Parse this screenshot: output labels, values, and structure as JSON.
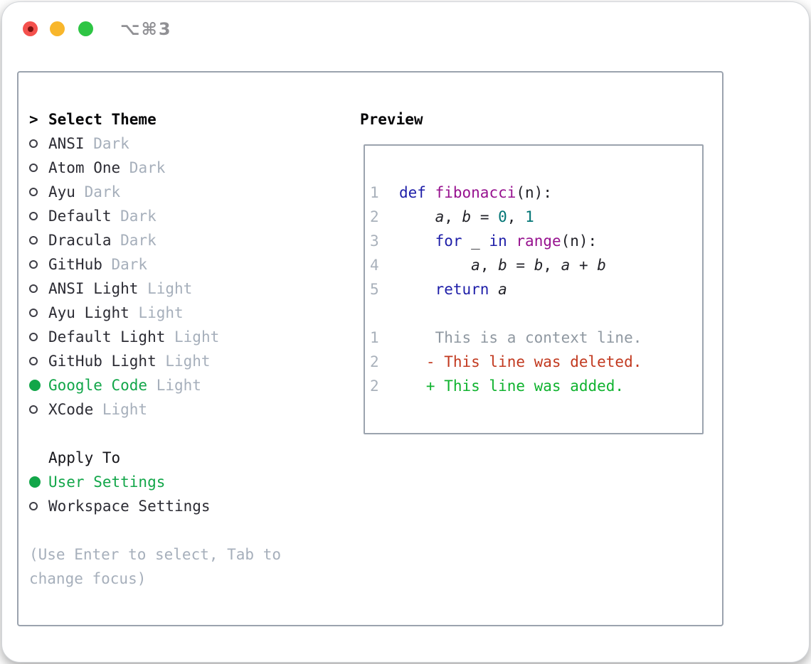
{
  "window": {
    "title": "⌥⌘3"
  },
  "left": {
    "header": {
      "marker": ">",
      "label": "Select Theme"
    },
    "themes": [
      {
        "name": "ANSI",
        "tag": "Dark",
        "selected": false
      },
      {
        "name": "Atom One",
        "tag": "Dark",
        "selected": false
      },
      {
        "name": "Ayu",
        "tag": "Dark",
        "selected": false
      },
      {
        "name": "Default",
        "tag": "Dark",
        "selected": false
      },
      {
        "name": "Dracula",
        "tag": "Dark",
        "selected": false
      },
      {
        "name": "GitHub",
        "tag": "Dark",
        "selected": false
      },
      {
        "name": "ANSI Light",
        "tag": "Light",
        "selected": false
      },
      {
        "name": "Ayu Light",
        "tag": "Light",
        "selected": false
      },
      {
        "name": "Default Light",
        "tag": "Light",
        "selected": false
      },
      {
        "name": "GitHub Light",
        "tag": "Light",
        "selected": false
      },
      {
        "name": "Google Code",
        "tag": "Light",
        "selected": true
      },
      {
        "name": "XCode",
        "tag": "Light",
        "selected": false
      }
    ],
    "apply": {
      "label": "Apply To",
      "options": [
        {
          "name": "User Settings",
          "selected": true
        },
        {
          "name": "Workspace Settings",
          "selected": false
        }
      ]
    },
    "help": [
      "(Use Enter to select, Tab to",
      "change focus)"
    ]
  },
  "preview": {
    "label": "Preview",
    "code_lines": [
      {
        "ln": "1",
        "tokens": [
          {
            "t": "def",
            "c": "kw"
          },
          {
            "t": " "
          },
          {
            "t": "fibonacci",
            "c": "fn"
          },
          {
            "t": "(n):"
          }
        ]
      },
      {
        "ln": "2",
        "tokens": [
          {
            "t": "    "
          },
          {
            "t": "a",
            "c": "var"
          },
          {
            "t": ", "
          },
          {
            "t": "b",
            "c": "var"
          },
          {
            "t": " = "
          },
          {
            "t": "0",
            "c": "num"
          },
          {
            "t": ", "
          },
          {
            "t": "1",
            "c": "num"
          }
        ]
      },
      {
        "ln": "3",
        "tokens": [
          {
            "t": "    "
          },
          {
            "t": "for",
            "c": "kw"
          },
          {
            "t": " _ "
          },
          {
            "t": "in",
            "c": "kw"
          },
          {
            "t": " "
          },
          {
            "t": "range",
            "c": "fn"
          },
          {
            "t": "(n):"
          }
        ]
      },
      {
        "ln": "4",
        "tokens": [
          {
            "t": "        "
          },
          {
            "t": "a",
            "c": "var"
          },
          {
            "t": ", "
          },
          {
            "t": "b",
            "c": "var"
          },
          {
            "t": " = "
          },
          {
            "t": "b",
            "c": "var"
          },
          {
            "t": ", "
          },
          {
            "t": "a",
            "c": "var"
          },
          {
            "t": " + "
          },
          {
            "t": "b",
            "c": "var"
          }
        ]
      },
      {
        "ln": "5",
        "tokens": [
          {
            "t": "    "
          },
          {
            "t": "return",
            "c": "kw"
          },
          {
            "t": " "
          },
          {
            "t": "a",
            "c": "var"
          }
        ]
      }
    ],
    "diff_lines": [
      {
        "ln": "1",
        "kind": "context",
        "tokens": [
          {
            "t": "    This is a context line.",
            "c": "ctx"
          }
        ]
      },
      {
        "ln": "2",
        "kind": "deleted",
        "tokens": [
          {
            "t": "   - This line was deleted.",
            "c": "del"
          }
        ]
      },
      {
        "ln": "2",
        "kind": "added",
        "tokens": [
          {
            "t": "   + This line was added.",
            "c": "add"
          }
        ]
      }
    ]
  },
  "colors": {
    "accent": "#12a649",
    "border": "#9ba3ae",
    "name": "#2c2c34",
    "tag": "#a6afbb",
    "code": "#222228",
    "kw": "#1e1ea8",
    "fn": "#97128f",
    "num": "#007474",
    "ln": "#a9b1bb",
    "ctx": "#8f98a1",
    "del": "#c23a20",
    "add": "#10b32f"
  }
}
